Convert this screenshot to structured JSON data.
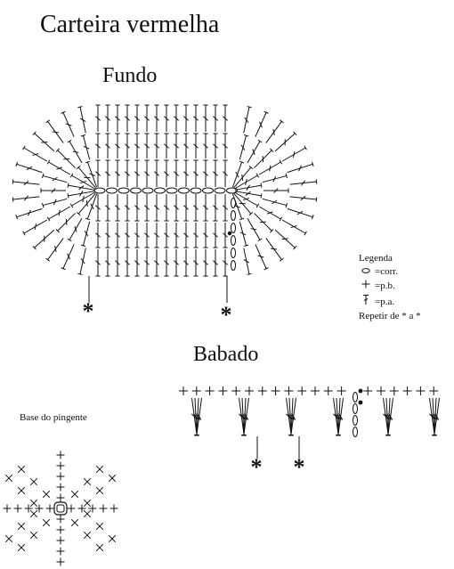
{
  "title": "Carteira vermelha",
  "sections": {
    "fundo": "Fundo",
    "babado": "Babado",
    "pingente": "Base do pingente"
  },
  "legend": {
    "heading": "Legenda",
    "items": [
      {
        "symbol": "chain-icon",
        "label": "corr."
      },
      {
        "symbol": "single-crochet-icon",
        "label": "p.b."
      },
      {
        "symbol": "double-crochet-icon",
        "label": "p.a."
      }
    ],
    "repeat": "Repetir de * a *"
  },
  "markers": {
    "asterisk": "*"
  },
  "colors": {
    "ink": "#111111",
    "background": "#ffffff"
  }
}
